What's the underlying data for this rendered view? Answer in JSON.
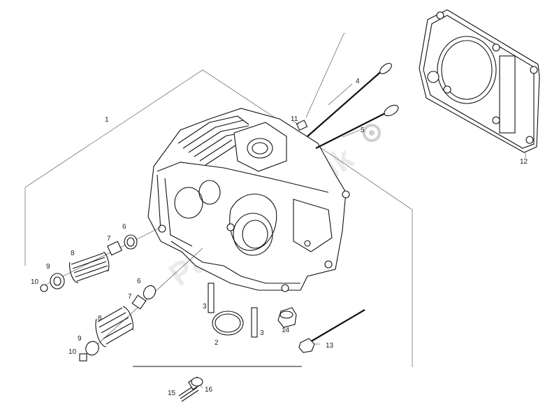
{
  "watermark": "PartsRepublik",
  "callouts": [
    {
      "id": "1",
      "text": "1"
    },
    {
      "id": "2",
      "text": "2"
    },
    {
      "id": "3a",
      "text": "3"
    },
    {
      "id": "3b",
      "text": "3"
    },
    {
      "id": "4",
      "text": "4"
    },
    {
      "id": "5",
      "text": "5"
    },
    {
      "id": "6a",
      "text": "6"
    },
    {
      "id": "6b",
      "text": "6"
    },
    {
      "id": "7a",
      "text": "7"
    },
    {
      "id": "7b",
      "text": "7"
    },
    {
      "id": "8a",
      "text": "8"
    },
    {
      "id": "8b",
      "text": "8"
    },
    {
      "id": "9a",
      "text": "9"
    },
    {
      "id": "9b",
      "text": "9"
    },
    {
      "id": "10a",
      "text": "10"
    },
    {
      "id": "10b",
      "text": "10"
    },
    {
      "id": "11",
      "text": "11"
    },
    {
      "id": "12",
      "text": "12"
    },
    {
      "id": "13",
      "text": "13"
    },
    {
      "id": "14",
      "text": "14"
    },
    {
      "id": "15",
      "text": "15"
    },
    {
      "id": "16",
      "text": "16"
    }
  ]
}
